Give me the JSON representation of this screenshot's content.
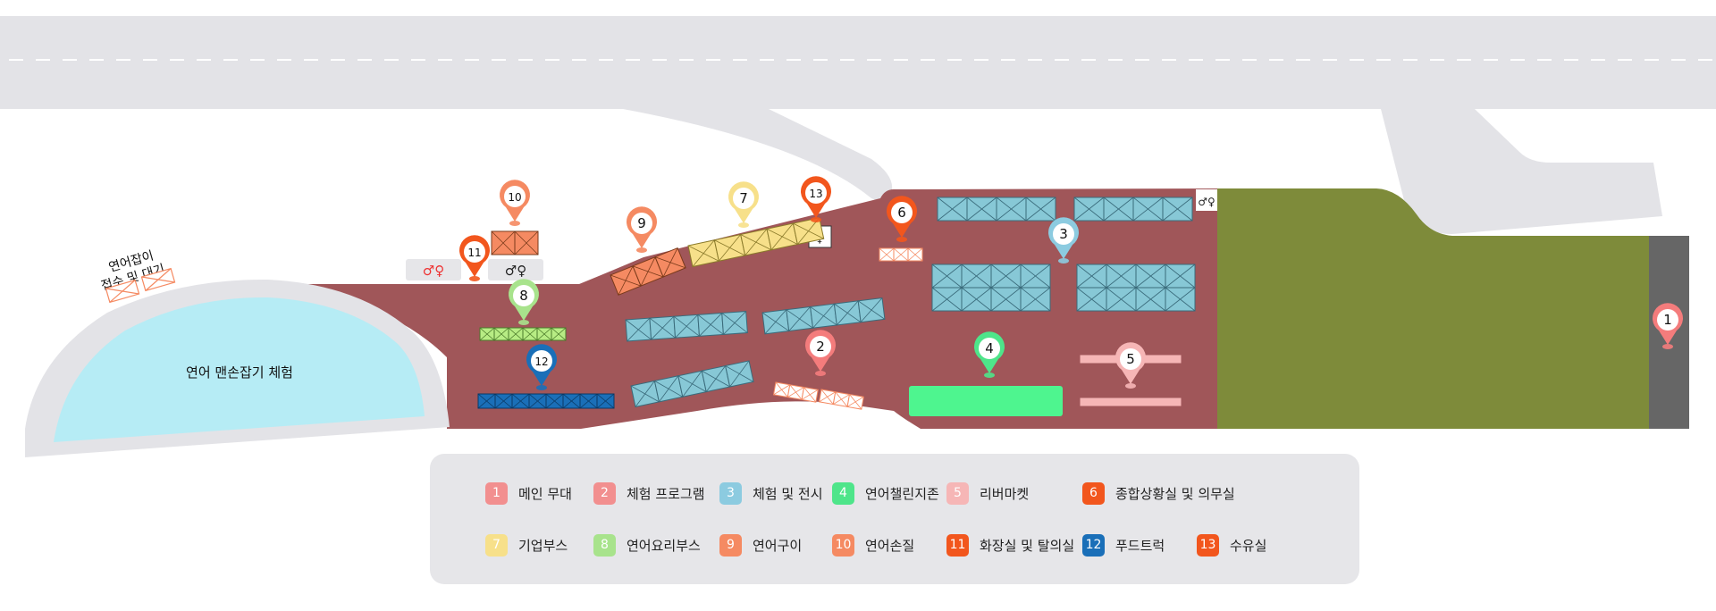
{
  "map": {
    "pool_label": "연어 맨손잡기 체험",
    "reception_label_line1": "연어잡이",
    "reception_label_line2": "접수 및 대기"
  },
  "markers": [
    {
      "num": "1",
      "color": "#f47c7c"
    },
    {
      "num": "2",
      "color": "#f47c7c"
    },
    {
      "num": "3",
      "color": "#8ccbe0"
    },
    {
      "num": "4",
      "color": "#4ee58a"
    },
    {
      "num": "5",
      "color": "#f6b6b6"
    },
    {
      "num": "6",
      "color": "#f2561d"
    },
    {
      "num": "7",
      "color": "#f7e08a"
    },
    {
      "num": "8",
      "color": "#a8e38c"
    },
    {
      "num": "9",
      "color": "#f58a62"
    },
    {
      "num": "10",
      "color": "#f58a62"
    },
    {
      "num": "11",
      "color": "#f2561d"
    },
    {
      "num": "12",
      "color": "#1a6fb8"
    },
    {
      "num": "13",
      "color": "#f2561d"
    }
  ],
  "legend": [
    {
      "num": "1",
      "label": "메인 무대",
      "color": "#f28f8f"
    },
    {
      "num": "2",
      "label": "체험 프로그램",
      "color": "#f28f8f"
    },
    {
      "num": "3",
      "label": "체험 및 전시",
      "color": "#8ccbe0"
    },
    {
      "num": "4",
      "label": "연어챌린지존",
      "color": "#4ee58a"
    },
    {
      "num": "5",
      "label": "리버마켓",
      "color": "#f6b6b6"
    },
    {
      "num": "6",
      "label": "종합상황실 및 의무실",
      "color": "#f2561d"
    },
    {
      "num": "7",
      "label": "기업부스",
      "color": "#f7e08a"
    },
    {
      "num": "8",
      "label": "연어요리부스",
      "color": "#a8e38c"
    },
    {
      "num": "9",
      "label": "연어구이",
      "color": "#f58a62"
    },
    {
      "num": "10",
      "label": "연어손질",
      "color": "#f58a62"
    },
    {
      "num": "11",
      "label": "화장실 및 탈의실",
      "color": "#f2561d"
    },
    {
      "num": "12",
      "label": "푸드트럭",
      "color": "#1a6fb8"
    },
    {
      "num": "13",
      "label": "수유실",
      "color": "#f2561d"
    }
  ]
}
